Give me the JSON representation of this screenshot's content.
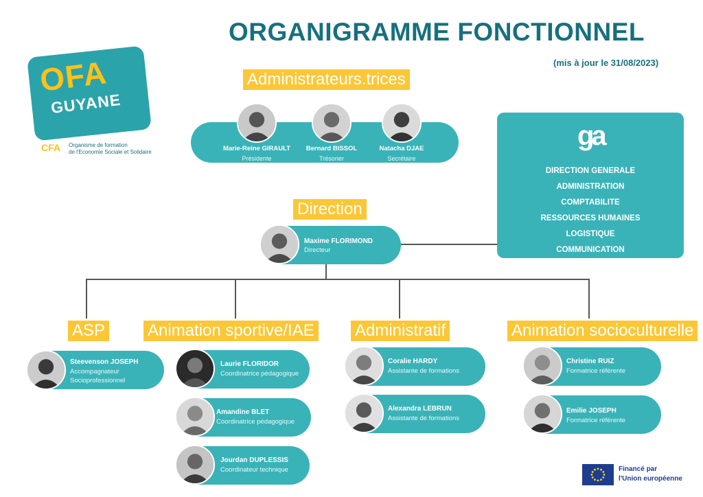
{
  "title": "ORGANIGRAMME FONCTIONNEL",
  "update": "(mis à jour le 31/08/2023)",
  "logo": {
    "ofa": "OFA",
    "guyane": "GUYANE",
    "cfa": "CFA",
    "tagline1": "Organisme de formation",
    "tagline2": "de l'Economie Sociale et Solidaire"
  },
  "admins": {
    "header": "Administrateurs.trices",
    "people": [
      {
        "name": "Marie-Reine GIRAULT",
        "role": "Présidente"
      },
      {
        "name": "Bernard BISSOL",
        "role": "Trésorier"
      },
      {
        "name": "Natacha DJAE",
        "role": "Secrétaire"
      }
    ]
  },
  "ga_box": {
    "logo": "ga",
    "items": [
      "DIRECTION GENERALE",
      "ADMINISTRATION",
      "COMPTABILITE",
      "RESSOURCES HUMAINES",
      "LOGISTIQUE",
      "COMMUNICATION"
    ]
  },
  "direction": {
    "header": "Direction",
    "name": "Maxime FLORIMOND",
    "role": "Directeur"
  },
  "asp": {
    "header": "ASP",
    "people": [
      {
        "name": "Steevenson JOSEPH",
        "role1": "Accompagnateur",
        "role2": "Socioprofessionnel"
      }
    ]
  },
  "sport": {
    "header": "Animation sportive/IAE",
    "people": [
      {
        "name": "Laurie FLORIDOR",
        "role": "Coordinatrice pédagogique"
      },
      {
        "name": "Amandine BLET",
        "role": "Coordinatrice pédagogique"
      },
      {
        "name": "Jourdan DUPLESSIS",
        "role": "Coordinateur technique"
      }
    ]
  },
  "admin_dept": {
    "header": "Administratif",
    "people": [
      {
        "name": "Coralie HARDY",
        "role": "Assistante de formations"
      },
      {
        "name": "Alexandra LEBRUN",
        "role": "Assistante de formations"
      }
    ]
  },
  "socio": {
    "header": "Animation socioculturelle",
    "people": [
      {
        "name": "Christine RUIZ",
        "role": "Formatrice référente"
      },
      {
        "name": "Emilie JOSEPH",
        "role": "Formatrice référente"
      }
    ]
  },
  "eu": {
    "line1": "Financé par",
    "line2": "l'Union européenne"
  },
  "colors": {
    "teal": "#3ab3b8",
    "dark_teal": "#17707e",
    "yellow": "#fcc736",
    "eu_blue": "#1e3d8f"
  }
}
